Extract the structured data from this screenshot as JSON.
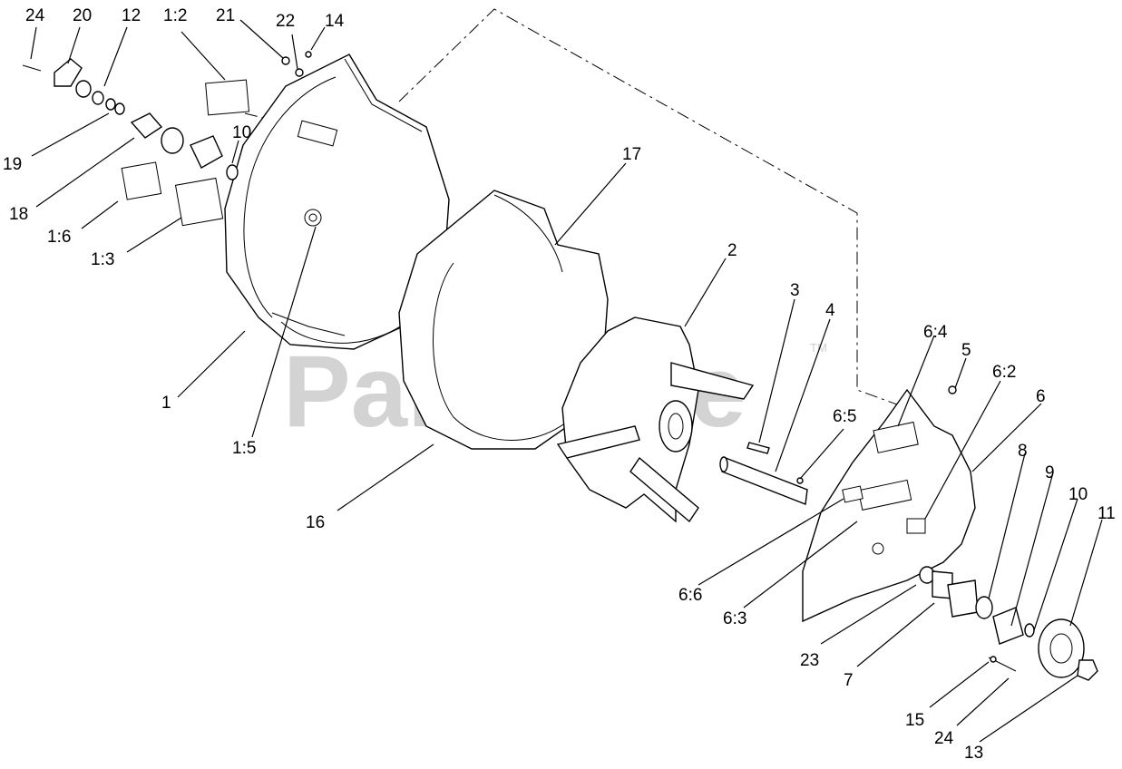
{
  "watermark": {
    "text": "PartsTree",
    "trademark": "TM"
  },
  "callouts": [
    {
      "id": "c24a",
      "text": "24"
    },
    {
      "id": "c20",
      "text": "20"
    },
    {
      "id": "c12",
      "text": "12"
    },
    {
      "id": "c1-2",
      "text": "1:2"
    },
    {
      "id": "c21",
      "text": "21"
    },
    {
      "id": "c22",
      "text": "22"
    },
    {
      "id": "c14",
      "text": "14"
    },
    {
      "id": "c10a",
      "text": "10"
    },
    {
      "id": "c19",
      "text": "19"
    },
    {
      "id": "c18",
      "text": "18"
    },
    {
      "id": "c1-6",
      "text": "1:6"
    },
    {
      "id": "c1-3",
      "text": "1:3"
    },
    {
      "id": "c17",
      "text": "17"
    },
    {
      "id": "c2",
      "text": "2"
    },
    {
      "id": "c3",
      "text": "3"
    },
    {
      "id": "c4",
      "text": "4"
    },
    {
      "id": "c6-4",
      "text": "6:4"
    },
    {
      "id": "c5",
      "text": "5"
    },
    {
      "id": "c6-2",
      "text": "6:2"
    },
    {
      "id": "c6",
      "text": "6"
    },
    {
      "id": "c1",
      "text": "1"
    },
    {
      "id": "c1-5",
      "text": "1:5"
    },
    {
      "id": "c6-5",
      "text": "6:5"
    },
    {
      "id": "c16",
      "text": "16"
    },
    {
      "id": "c8",
      "text": "8"
    },
    {
      "id": "c9",
      "text": "9"
    },
    {
      "id": "c10b",
      "text": "10"
    },
    {
      "id": "c11",
      "text": "11"
    },
    {
      "id": "c6-6",
      "text": "6:6"
    },
    {
      "id": "c6-3",
      "text": "6:3"
    },
    {
      "id": "c23",
      "text": "23"
    },
    {
      "id": "c7",
      "text": "7"
    },
    {
      "id": "c15",
      "text": "15"
    },
    {
      "id": "c24b",
      "text": "24"
    },
    {
      "id": "c13",
      "text": "13"
    }
  ]
}
